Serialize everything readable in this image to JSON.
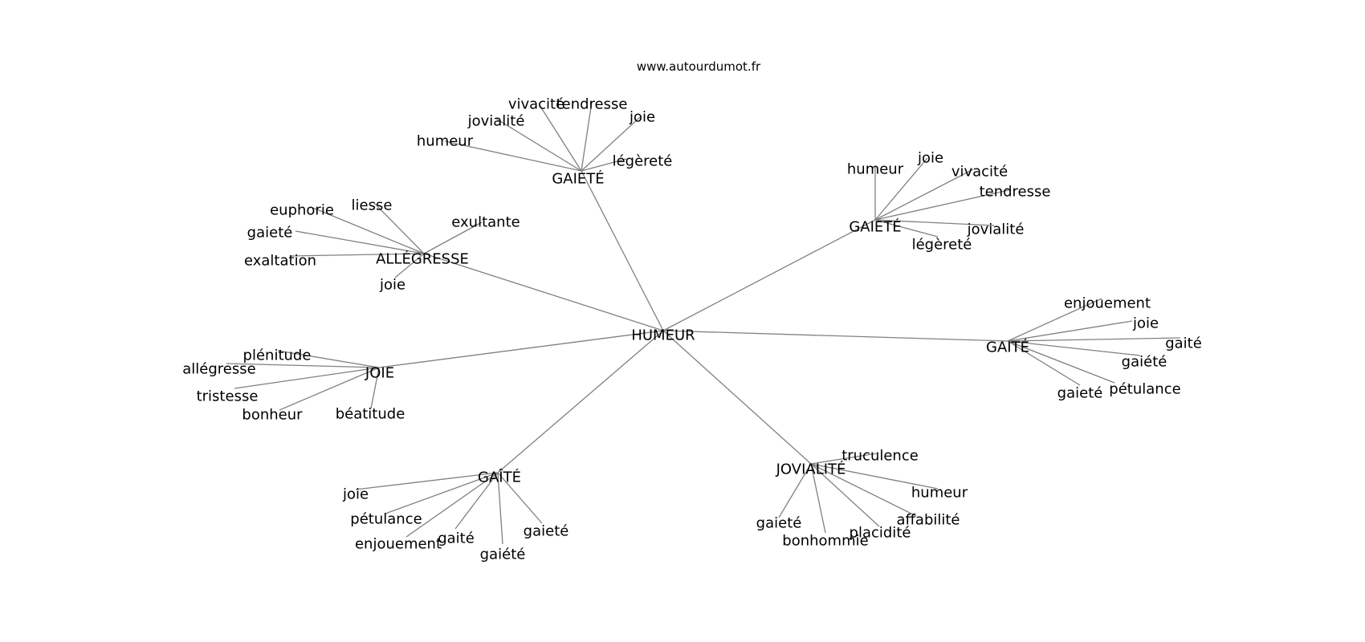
{
  "caption": "www.autourdumot.fr",
  "center": {
    "label": "HUMEUR"
  },
  "clusters": [
    {
      "label": "GAIETÉ",
      "leaves": [
        "humeur",
        "jovialité",
        "vivacité",
        "tendresse",
        "joie",
        "légèreté"
      ]
    },
    {
      "label": "GAIETÉ",
      "leaves": [
        "humeur",
        "joie",
        "vivacité",
        "tendresse",
        "jovialité",
        "légèreté"
      ]
    },
    {
      "label": "ALLÉGRESSE",
      "leaves": [
        "euphorie",
        "liesse",
        "exultante",
        "gaieté",
        "exaltation",
        "joie"
      ]
    },
    {
      "label": "JOIE",
      "leaves": [
        "plénitude",
        "allégresse",
        "tristesse",
        "bonheur",
        "béatitude"
      ]
    },
    {
      "label": "GAITÉ",
      "leaves": [
        "enjouement",
        "joie",
        "gaité",
        "gaiété",
        "pétulance",
        "gaieté"
      ]
    },
    {
      "label": "GAÎTÉ",
      "leaves": [
        "joie",
        "pétulance",
        "enjouement",
        "gaité",
        "gaiété",
        "gaieté"
      ]
    },
    {
      "label": "JOVIALITÉ",
      "leaves": [
        "truculence",
        "humeur",
        "affabilité",
        "placidité",
        "bonhommie",
        "gaieté"
      ]
    }
  ]
}
